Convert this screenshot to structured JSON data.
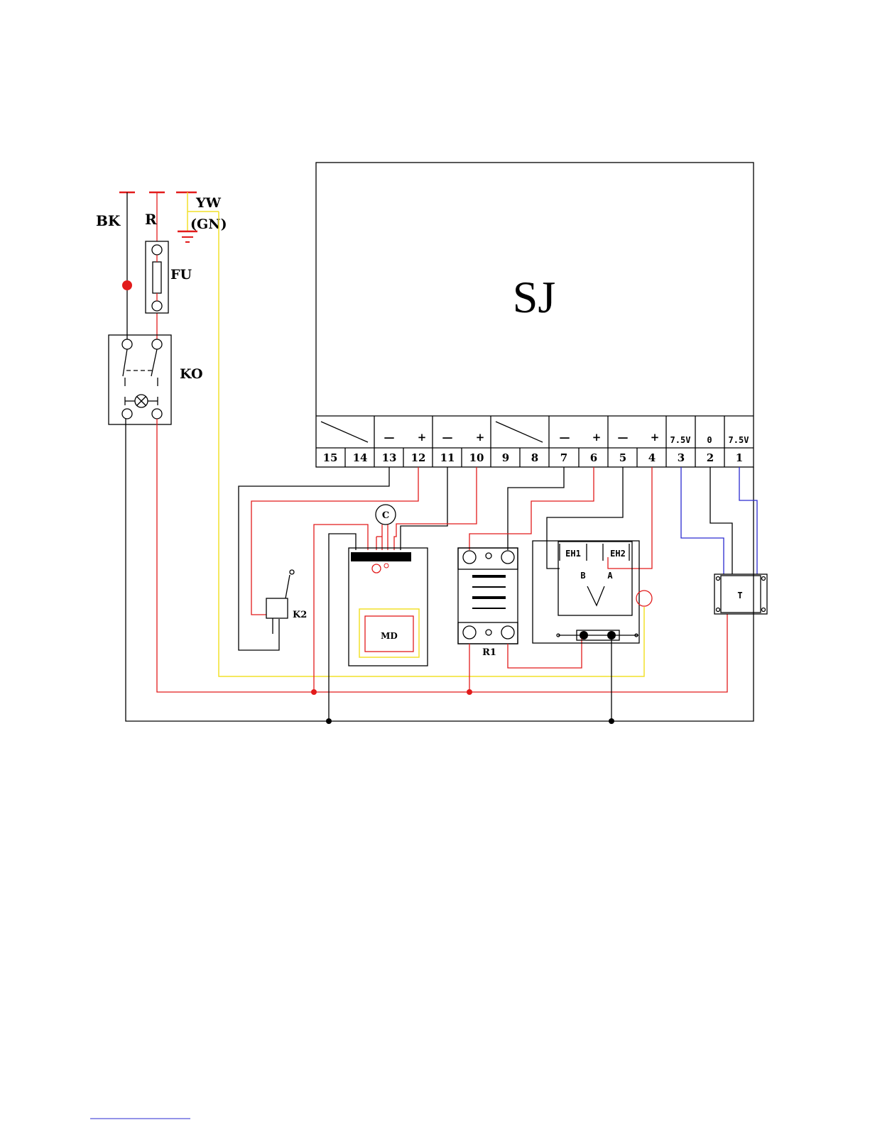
{
  "controller": {
    "label": "SJ"
  },
  "terminals": {
    "numbers": [
      "15",
      "14",
      "13",
      "12",
      "11",
      "10",
      "9",
      "8",
      "7",
      "6",
      "5",
      "4",
      "3",
      "2",
      "1"
    ],
    "polarity": {
      "t13": "—",
      "t12": "+",
      "t11": "—",
      "t10": "+",
      "t7": "—",
      "t6": "+",
      "t5": "—",
      "t4": "+",
      "t3": "7.5V",
      "t2": "0",
      "t1": "7.5V"
    }
  },
  "power": {
    "bk_label": "BK",
    "r_label": "R",
    "yw_label": "YW",
    "gn_label": "(GN)",
    "fuse_label": "FU",
    "switch_label": "KO"
  },
  "components": {
    "capacitor_label": "C",
    "motor_label": "MD",
    "microswitch_label": "K2",
    "relay_label": "R1",
    "heater1_label": "EH1",
    "heater2_label": "EH2",
    "thermo_b": "B",
    "thermo_a": "A",
    "transformer_label": "T"
  },
  "colors": {
    "black_wire": "#000000",
    "red_wire": "#e21b1b",
    "yellow_wire": "#f2e12a",
    "blue_wire": "#2a2ad0"
  }
}
